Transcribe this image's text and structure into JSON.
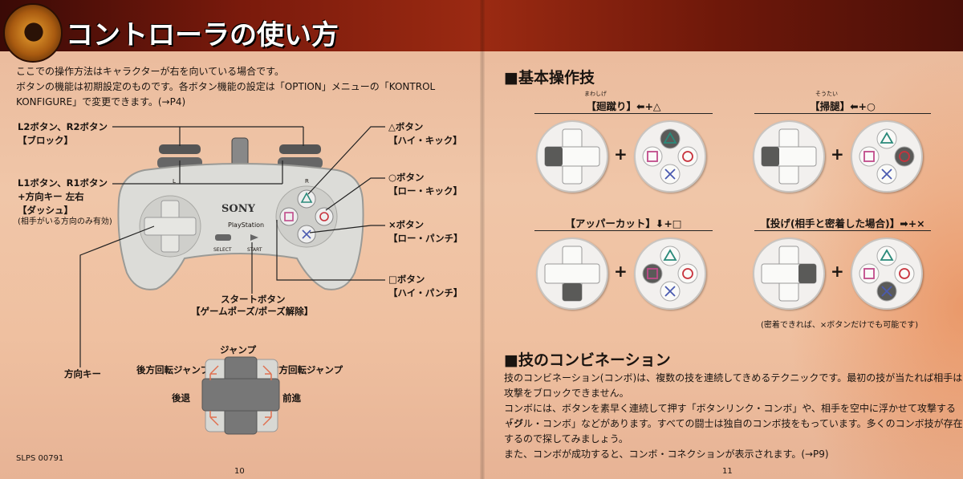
{
  "left": {
    "title": "コントローラの使い方",
    "intro1": "ここでの操作方法はキャラクターが右を向いている場合です。",
    "intro2": "ボタンの機能は初期設定のものです。各ボタン機能の設定は「OPTION」メニューの「KONTROL",
    "intro3": "KONFIGURE」で変更できます。(→P4)",
    "l2r2": "L2ボタン、R2ボタン",
    "block": "【ブロック】",
    "l1r1": "L1ボタン、R1ボタン",
    "dirlr": "+方向キー 左右",
    "dash": "【ダッシュ】",
    "dash_note": "(相手がいる方向のみ有効)",
    "tri": "△ボタン",
    "tri_act": "【ハイ・キック】",
    "circ": "○ボタン",
    "circ_act": "【ロー・キック】",
    "cross": "×ボタン",
    "cross_act": "【ロー・パンチ】",
    "sq": "□ボタン",
    "sq_act": "【ハイ・パンチ】",
    "start": "スタートボタン",
    "start_act": "【ゲームポーズ/ポーズ解除】",
    "dpad": "方向キー",
    "jump": "ジャンプ",
    "back_flip": "後方回転ジャンプ",
    "fwd_flip": "前方回転ジャンプ",
    "back": "後退",
    "fwd": "前進",
    "sony": "SONY",
    "ps": "PlayStation",
    "select": "SELECT",
    "start_btn": "START",
    "l_label": "L",
    "r_label": "R",
    "code": "SLPS 00791",
    "page": "10"
  },
  "right": {
    "basic_h": "■基本操作技",
    "m1": "【廻蹴り】⬅+△",
    "m1_ruby": "まわしげ",
    "m2": "【掃腿】⬅+○",
    "m2_ruby": "そうたい",
    "m3": "【アッパーカット】⬇+□",
    "m4": "【投げ(相手と密着した場合)】➡+×",
    "m4_note": "(密着できれば、×ボタンだけでも可能です)",
    "combo_h": "■技のコンビネーション",
    "c1": "技のコンビネーション(コンボ)は、複数の技を連続してきめるテクニックです。最初の技が当たれば相手は",
    "c2": "攻撃をブロックできません。",
    "c3": "コンボには、ボタンを素早く連続して押す「ボタンリンク・コンボ」や、相手を空中に浮かせて攻撃する「ジ",
    "c4": "ャグル・コンボ」などがあります。すべての闘士は独自のコンボ技をもっています。多くのコンボ技が存在",
    "c5": "するので探してみましょう。",
    "c6": "また、コンボが成功すると、コンボ・コネクションが表示されます。(→P9)",
    "page": "11",
    "plus": "+",
    "sym_tri": "△",
    "sym_circ": "○",
    "sym_cross": "×",
    "sym_sq": "□"
  },
  "colors": {
    "tri": "#2a8a7a",
    "circ": "#c8323c",
    "cross": "#4a5ab0",
    "sq": "#c04a8a"
  }
}
